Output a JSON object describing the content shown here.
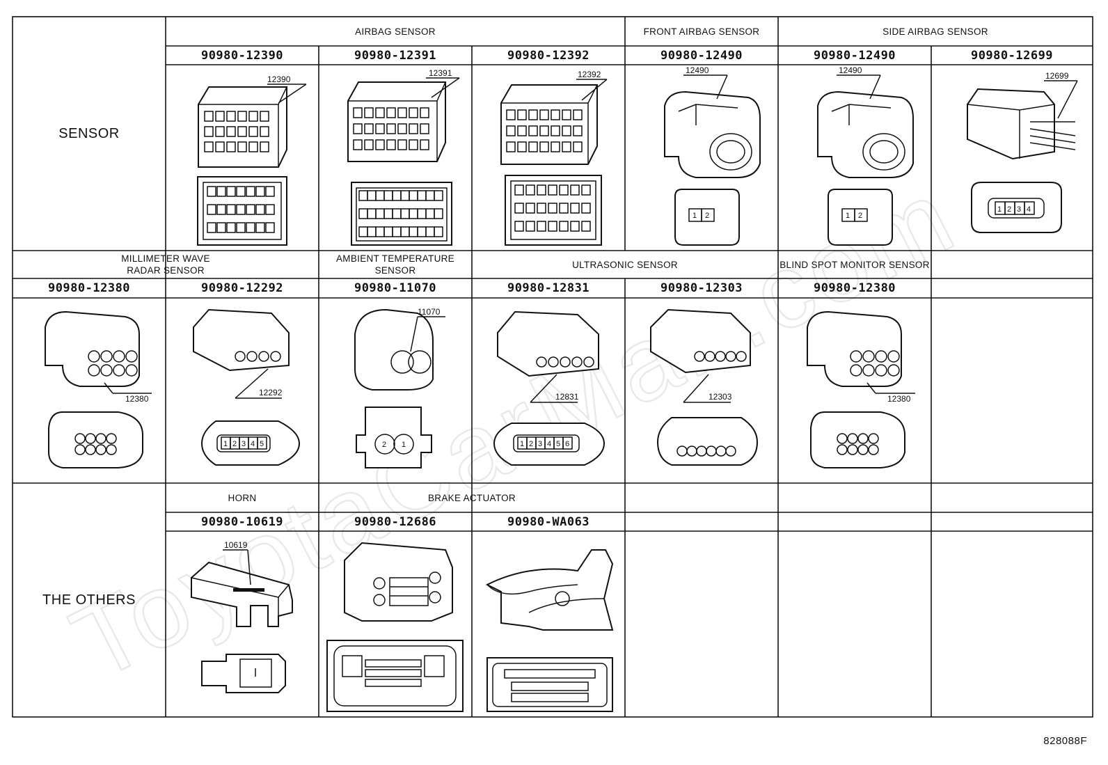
{
  "watermark": "ToyotaCarMan.com",
  "figure_id": "828088F",
  "categories": {
    "sensor": "SENSOR",
    "others": "THE OTHERS"
  },
  "row1": {
    "groups": [
      {
        "label": "AIRBAG SENSOR"
      },
      {
        "label": "FRONT AIRBAG SENSOR"
      },
      {
        "label": "SIDE AIRBAG SENSOR"
      }
    ],
    "parts": [
      {
        "no": "90980-12390",
        "lead": "12390"
      },
      {
        "no": "90980-12391",
        "lead": "12391"
      },
      {
        "no": "90980-12392",
        "lead": "12392"
      },
      {
        "no": "90980-12490",
        "lead": "12490"
      },
      {
        "no": "90980-12490",
        "lead": "12490"
      },
      {
        "no": "90980-12699",
        "lead": "12699"
      }
    ]
  },
  "row2": {
    "groups": [
      {
        "label": "MILLIMETER WAVE\nRADAR SENSOR"
      },
      {
        "label": "AMBIENT TEMPERATURE\nSENSOR"
      },
      {
        "label": "ULTRASONIC SENSOR"
      },
      {
        "label": "BLIND SPOT MONITOR SENSOR"
      }
    ],
    "parts": [
      {
        "no": "90980-12380",
        "lead": "12380"
      },
      {
        "no": "90980-12292",
        "lead": "12292"
      },
      {
        "no": "90980-11070",
        "lead": "11070"
      },
      {
        "no": "90980-12831",
        "lead": "12831"
      },
      {
        "no": "90980-12303",
        "lead": "12303"
      },
      {
        "no": "90980-12380",
        "lead": "12380"
      }
    ]
  },
  "row3": {
    "groups": [
      {
        "label": "HORN"
      },
      {
        "label": "BRAKE ACTUATOR"
      }
    ],
    "parts": [
      {
        "no": "90980-10619",
        "lead": "10619"
      },
      {
        "no": "90980-12686"
      },
      {
        "no": "90980-WA063"
      }
    ]
  }
}
